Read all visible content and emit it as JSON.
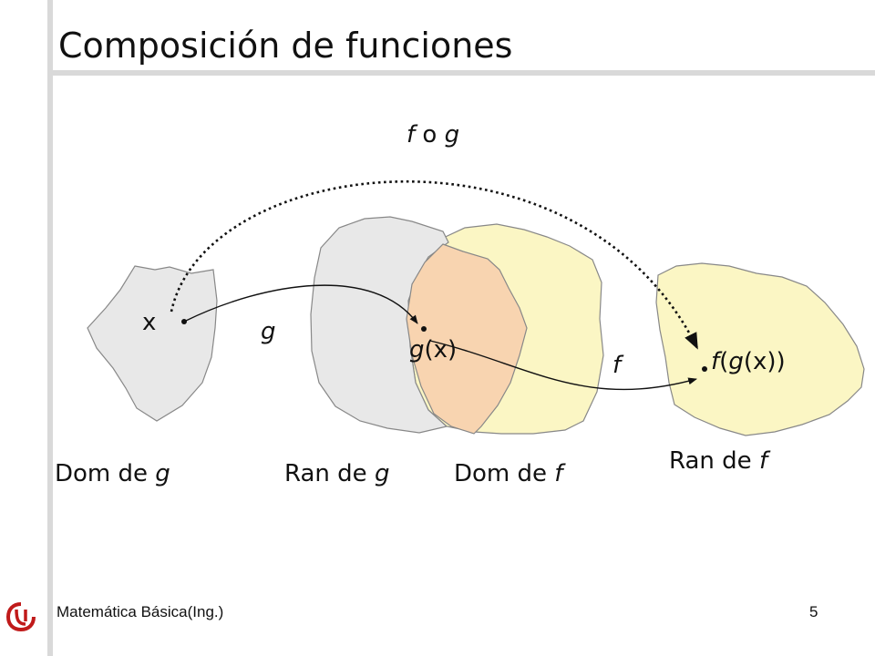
{
  "slide": {
    "title": "Composición de funciones",
    "footer": "Matemática Básica(Ing.)",
    "page_number": "5"
  },
  "diagram": {
    "labels": {
      "composition_f": "f",
      "composition_o": "o",
      "composition_g": "g",
      "point_x": "x",
      "arrow_g": "g",
      "point_gx_g": "g",
      "point_gx_rest": "(x)",
      "arrow_f": "f",
      "point_fgx_f": "f",
      "point_fgx_open": "(",
      "point_fgx_g": "g",
      "point_fgx_close": "(x))",
      "dom_g_text": "Dom de",
      "dom_g_var": "g",
      "ran_g_text": "Ran de",
      "ran_g_var": "g",
      "dom_f_text": "Dom de",
      "dom_f_var": "f",
      "ran_f_text": "Ran de",
      "ran_f_var": "f"
    },
    "colors": {
      "gray_region": "#e8e8e8",
      "yellow_region": "#fbf6c4",
      "overlap_region": "#f8d4b0",
      "outline": "#888888",
      "logo": "#c01a1a"
    }
  }
}
